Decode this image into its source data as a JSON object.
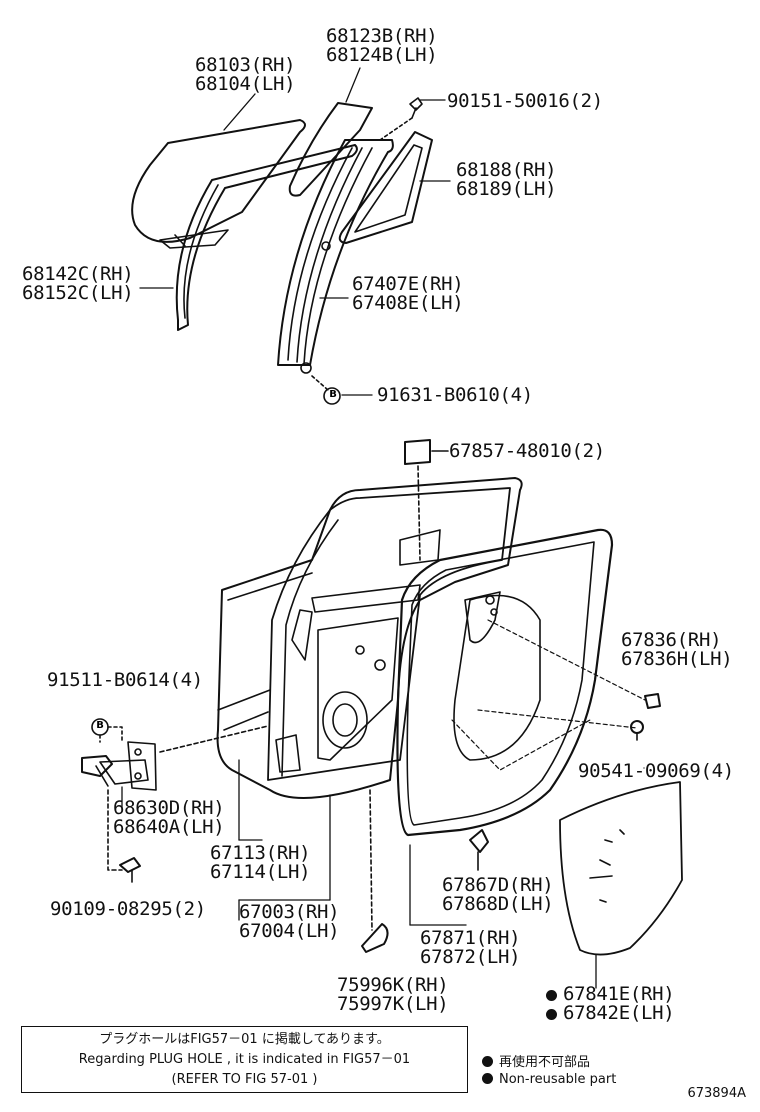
{
  "parts": {
    "p68123b": [
      "68123B(RH)",
      "68124B(LH)"
    ],
    "p68103": [
      "68103(RH)",
      "68104(LH)"
    ],
    "p90151": "90151-50016(2)",
    "p68188": [
      "68188(RH)",
      "68189(LH)"
    ],
    "p68142": [
      "68142C(RH)",
      "68152C(LH)"
    ],
    "p67407": [
      "67407E(RH)",
      "67408E(LH)"
    ],
    "p91631": "91631-B0610(4)",
    "p67857": "67857-48010(2)",
    "p67836": [
      "67836(RH)",
      "67836H(LH)"
    ],
    "p91511": "91511-B0614(4)",
    "p90541": "90541-09069(4)",
    "p68630": [
      "68630D(RH)",
      "68640A(LH)"
    ],
    "p67113": [
      "67113(RH)",
      "67114(LH)"
    ],
    "p90109": "90109-08295(2)",
    "p67003": [
      "67003(RH)",
      "67004(LH)"
    ],
    "p67867": [
      "67867D(RH)",
      "67868D(LH)"
    ],
    "p67871": [
      "67871(RH)",
      "67872(LH)"
    ],
    "p75996": [
      "75996K(RH)",
      "75997K(LH)"
    ],
    "p67841": [
      "67841E(RH)",
      "67842E(LH)"
    ]
  },
  "callout_marker": "B",
  "note": {
    "line1": "プラグホールはFIG57－01 に掲載してあります。",
    "line2": "Regarding PLUG HOLE , it is indicated in FIG57－01",
    "line3": "(REFER TO FIG 57-01 )"
  },
  "legend": {
    "jp": "再使用不可部品",
    "en": "Non-reusable part"
  },
  "figure_id": "673894A"
}
